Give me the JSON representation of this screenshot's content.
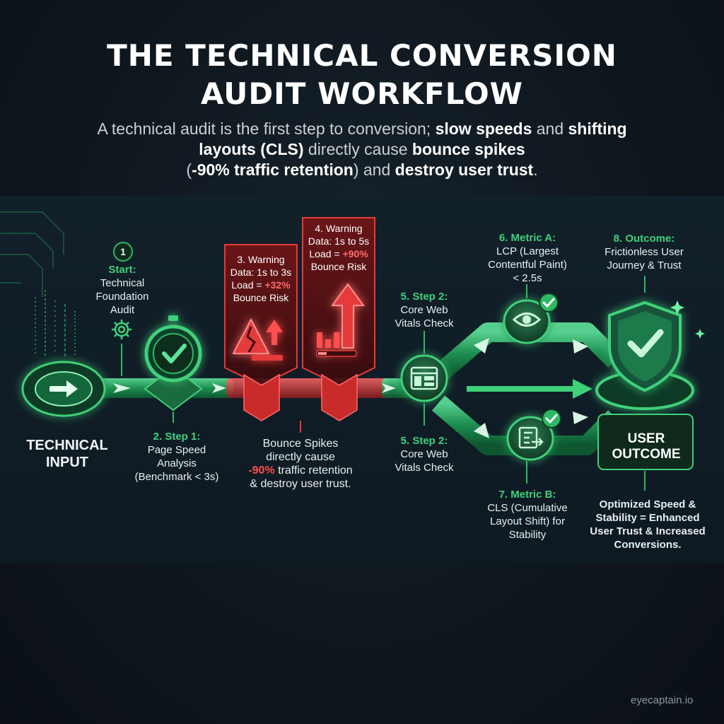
{
  "header": {
    "title_line1": "THE TECHNICAL CONVERSION",
    "title_line2": "AUDIT WORKFLOW",
    "subtitle_intro": "A technical audit is the first step to conversion;",
    "subtitle_b1": "slow speeds",
    "subtitle_and": "and",
    "subtitle_b2": "shifting layouts (CLS)",
    "subtitle_mid": "directly cause",
    "subtitle_b3": "bounce spikes",
    "subtitle_open": "(",
    "subtitle_b4": "-90% traffic retention",
    "subtitle_and2": ") and",
    "subtitle_b5": "destroy user trust",
    "subtitle_end": "."
  },
  "nodes": {
    "input": {
      "label_line1": "TECHNICAL",
      "label_line2": "INPUT"
    },
    "start": {
      "number": "1",
      "heading": "Start:",
      "line1": "Technical",
      "line2": "Foundation",
      "line3": "Audit"
    },
    "step1": {
      "heading": "2. Step 1:",
      "line1": "Page Speed",
      "line2": "Analysis",
      "line3": "(Benchmark < 3s)"
    },
    "warning3": {
      "line1": "3. Warning",
      "line2": "Data: 1s to 3s",
      "line3_prefix": "Load = ",
      "line3_value": "+32%",
      "line4": "Bounce Risk"
    },
    "warning4": {
      "line1": "4. Warning",
      "line2": "Data: 1s to 5s",
      "line3_prefix": "Load = ",
      "line3_value": "+90%",
      "line4": "Bounce Risk"
    },
    "bounce_note": {
      "line1": "Bounce Spikes",
      "line2": "directly cause",
      "line3_value": "-90%",
      "line3_rest": " traffic retention",
      "line4": "& destroy user trust."
    },
    "step2_top": {
      "heading": "5. Step 2:",
      "line1": "Core Web",
      "line2": "Vitals Check"
    },
    "step2_bottom": {
      "heading": "5. Step 2:",
      "line1": "Core Web",
      "line2": "Vitals Check"
    },
    "metric_a": {
      "heading": "6. Metric A:",
      "line1": "LCP (Largest",
      "line2": "Contentful Paint)",
      "line3": "< 2.5s"
    },
    "metric_b": {
      "heading": "7. Metric B:",
      "line1": "CLS (Cumulative",
      "line2": "Layout Shift) for",
      "line3": "Stability"
    },
    "outcome": {
      "heading": "8. Outcome:",
      "line1": "Frictionless User",
      "line2": "Journey & Trust"
    },
    "user_outcome": {
      "line1": "USER",
      "line2": "OUTCOME"
    },
    "result": {
      "line1": "Optimized Speed &",
      "line2": "Stability = Enhanced",
      "line3": "User Trust & Increased",
      "line4": "Conversions."
    }
  },
  "icons": {
    "input": "arrow-right-icon",
    "gear": "gear-icon",
    "stopwatch": "stopwatch-check-icon",
    "broken_warning": "broken-warning-icon",
    "rising_bars": "rising-bars-icon",
    "layout": "layout-grid-icon",
    "eye": "eye-icon",
    "doc": "document-arrow-icon",
    "shield": "shield-check-icon"
  },
  "colors": {
    "background": "#0f171e",
    "accent_green": "#3fd07a",
    "warning_red": "#e53a3a",
    "text": "#e8eef0"
  },
  "footer": {
    "watermark": "eyecaptain.io"
  }
}
